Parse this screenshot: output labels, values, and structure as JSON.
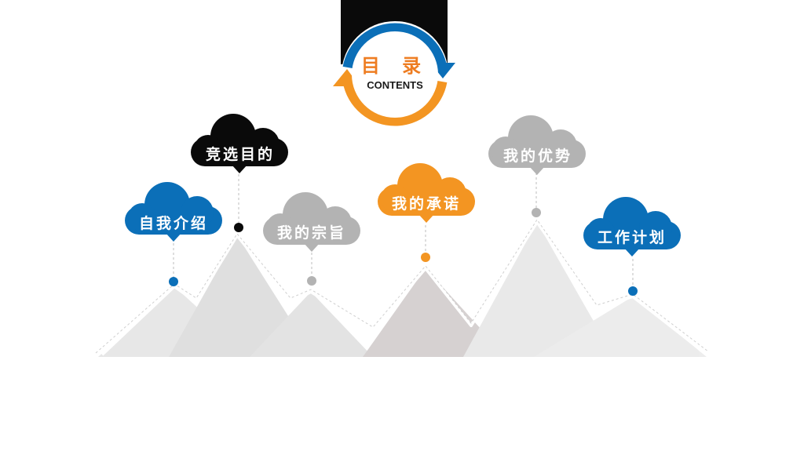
{
  "header": {
    "title": "目 录",
    "subtitle": "CONTENTS"
  },
  "colors": {
    "blue": "#0b6fb8",
    "orange": "#f39522",
    "black": "#0a0a0a",
    "gray": "#b3b3b3",
    "mountain": "#e3e3e3",
    "mountain_dark": "#d4cfcf"
  },
  "items": [
    {
      "label": "自我介绍",
      "color": "blue",
      "icon": "cloud-icon"
    },
    {
      "label": "竞选目的",
      "color": "black",
      "icon": "cloud-icon"
    },
    {
      "label": "我的宗旨",
      "color": "gray",
      "icon": "cloud-icon"
    },
    {
      "label": "我的承诺",
      "color": "orange",
      "icon": "cloud-icon"
    },
    {
      "label": "我的优势",
      "color": "gray",
      "icon": "cloud-icon"
    },
    {
      "label": "工作计划",
      "color": "blue",
      "icon": "cloud-icon"
    }
  ]
}
